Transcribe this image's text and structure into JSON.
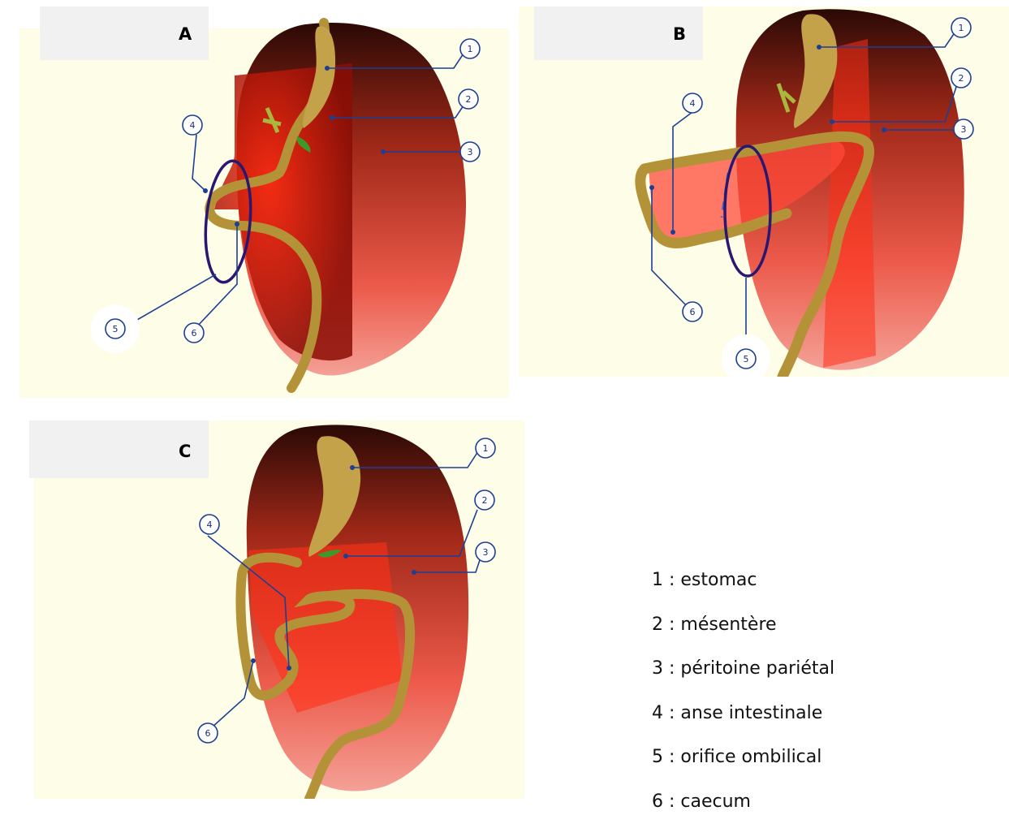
{
  "panels": [
    {
      "id": "A",
      "label": "A",
      "callouts": [
        "1",
        "2",
        "3",
        "4",
        "5",
        "6"
      ]
    },
    {
      "id": "B",
      "label": "B",
      "callouts": [
        "1",
        "2",
        "3",
        "4",
        "5",
        "6"
      ]
    },
    {
      "id": "C",
      "label": "C",
      "callouts": [
        "1",
        "2",
        "3",
        "4",
        "6"
      ]
    }
  ],
  "legend": [
    {
      "num": "1",
      "text": "1 : estomac"
    },
    {
      "num": "2",
      "text": "2 : mésentère"
    },
    {
      "num": "3",
      "text": "3 : péritoine pariétal"
    },
    {
      "num": "4",
      "text": "4 : anse intestinale"
    },
    {
      "num": "5",
      "text": "5 : orifice ombilical"
    },
    {
      "num": "6",
      "text": "6 : caecum"
    }
  ],
  "colors": {
    "background_panel": "#fdfde8",
    "peritoneum_red": "#e8281c",
    "peritoneum_dark": "#3a0c08",
    "intestine": "#b99a3e",
    "stomach": "#c4a24a",
    "ring": "#2a1770",
    "callout_line": "#1d3f93"
  }
}
